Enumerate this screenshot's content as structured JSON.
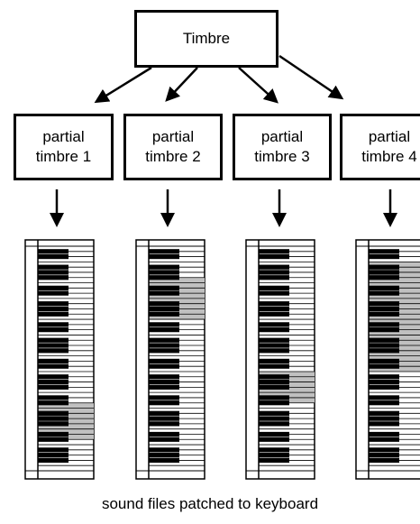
{
  "root": {
    "label": "Timbre"
  },
  "partials": [
    {
      "line1": "partial",
      "line2": "timbre 1",
      "highlight": [
        30,
        37
      ]
    },
    {
      "line1": "partial",
      "line2": "timbre 2",
      "highlight": [
        6,
        14
      ]
    },
    {
      "line1": "partial",
      "line2": "timbre 3",
      "highlight": [
        24,
        30
      ]
    },
    {
      "line1": "partial",
      "line2": "timbre 4",
      "highlight": [
        3,
        24
      ]
    }
  ],
  "keyboard": {
    "white_keys": 43,
    "black_key_pattern": [
      1,
      1,
      0,
      1,
      1,
      1,
      0
    ]
  },
  "colors": {
    "stroke": "#000000",
    "highlight": "#c0c0c0",
    "background": "#ffffff"
  },
  "caption": "sound files patched to keyboard"
}
